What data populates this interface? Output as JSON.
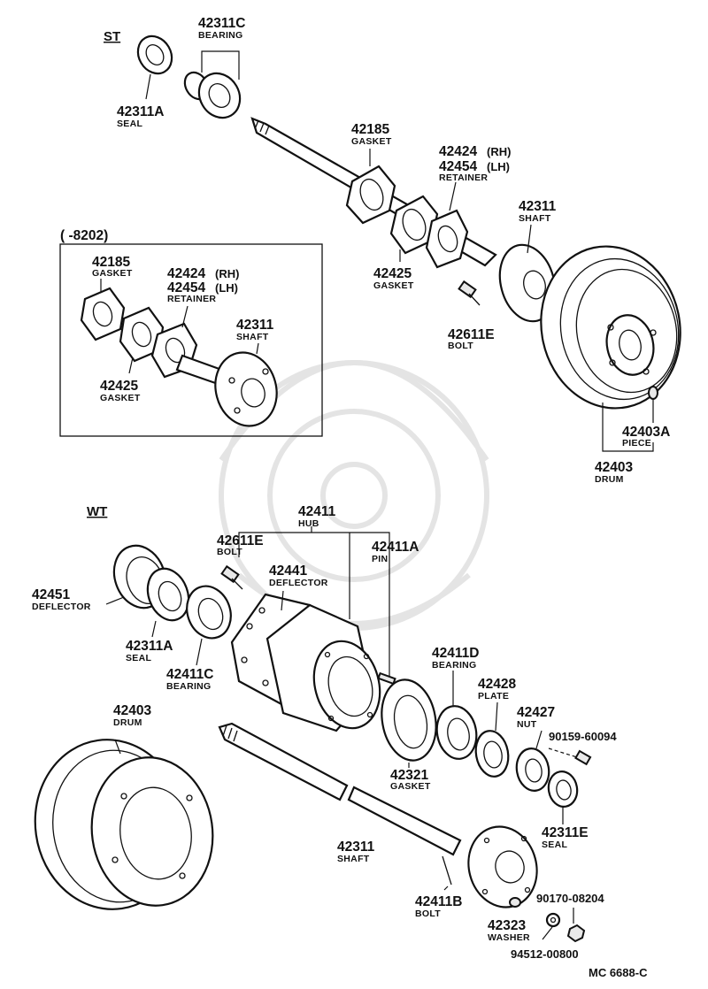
{
  "sections": {
    "st": "ST",
    "wt": "WT",
    "inset_range": "(      -8202)",
    "diagram_code": "MC  6688-C"
  },
  "parts": {
    "p42311C": {
      "number": "42311C",
      "name": "BEARING"
    },
    "p42311A_st": {
      "number": "42311A",
      "name": "SEAL"
    },
    "p42185_st": {
      "number": "42185",
      "name": "GASKET"
    },
    "p42424_st": {
      "number": "42424",
      "side": "(RH)"
    },
    "p42454_st": {
      "number": "42454",
      "side": "(LH)",
      "name": "RETAINER"
    },
    "p42311_st": {
      "number": "42311",
      "name": "SHAFT"
    },
    "p42425_st": {
      "number": "42425",
      "name": "GASKET"
    },
    "p42611E_st": {
      "number": "42611E",
      "name": "BOLT"
    },
    "p42403A": {
      "number": "42403A",
      "name": "PIECE"
    },
    "p42403_st": {
      "number": "42403",
      "name": "DRUM"
    },
    "p42185_in": {
      "number": "42185",
      "name": "GASKET"
    },
    "p42424_in": {
      "number": "42424",
      "side": "(RH)"
    },
    "p42454_in": {
      "number": "42454",
      "side": "(LH)",
      "name": "RETAINER"
    },
    "p42311_in": {
      "number": "42311",
      "name": "SHAFT"
    },
    "p42425_in": {
      "number": "42425",
      "name": "GASKET"
    },
    "p42411": {
      "number": "42411",
      "name": "HUB"
    },
    "p42611E_wt": {
      "number": "42611E",
      "name": "BOLT"
    },
    "p42411A": {
      "number": "42411A",
      "name": "PIN"
    },
    "p42441": {
      "number": "42441",
      "name": "DEFLECTOR"
    },
    "p42451": {
      "number": "42451",
      "name": "DEFLECTOR"
    },
    "p42311A_wt": {
      "number": "42311A",
      "name": "SEAL"
    },
    "p42411C": {
      "number": "42411C",
      "name": "BEARING"
    },
    "p42411D": {
      "number": "42411D",
      "name": "BEARING"
    },
    "p42428": {
      "number": "42428",
      "name": "PLATE"
    },
    "p42427": {
      "number": "42427",
      "name": "NUT"
    },
    "p90159": {
      "number": "90159-60094"
    },
    "p42403_wt": {
      "number": "42403",
      "name": "DRUM"
    },
    "p42321": {
      "number": "42321",
      "name": "GASKET"
    },
    "p42311E": {
      "number": "42311E",
      "name": "SEAL"
    },
    "p42311_wt": {
      "number": "42311",
      "name": "SHAFT"
    },
    "p90170": {
      "number": "90170-08204"
    },
    "p42411B": {
      "number": "42411B",
      "name": "BOLT"
    },
    "p42323": {
      "number": "42323",
      "name": "WASHER"
    },
    "p94512": {
      "number": "94512-00800"
    }
  }
}
